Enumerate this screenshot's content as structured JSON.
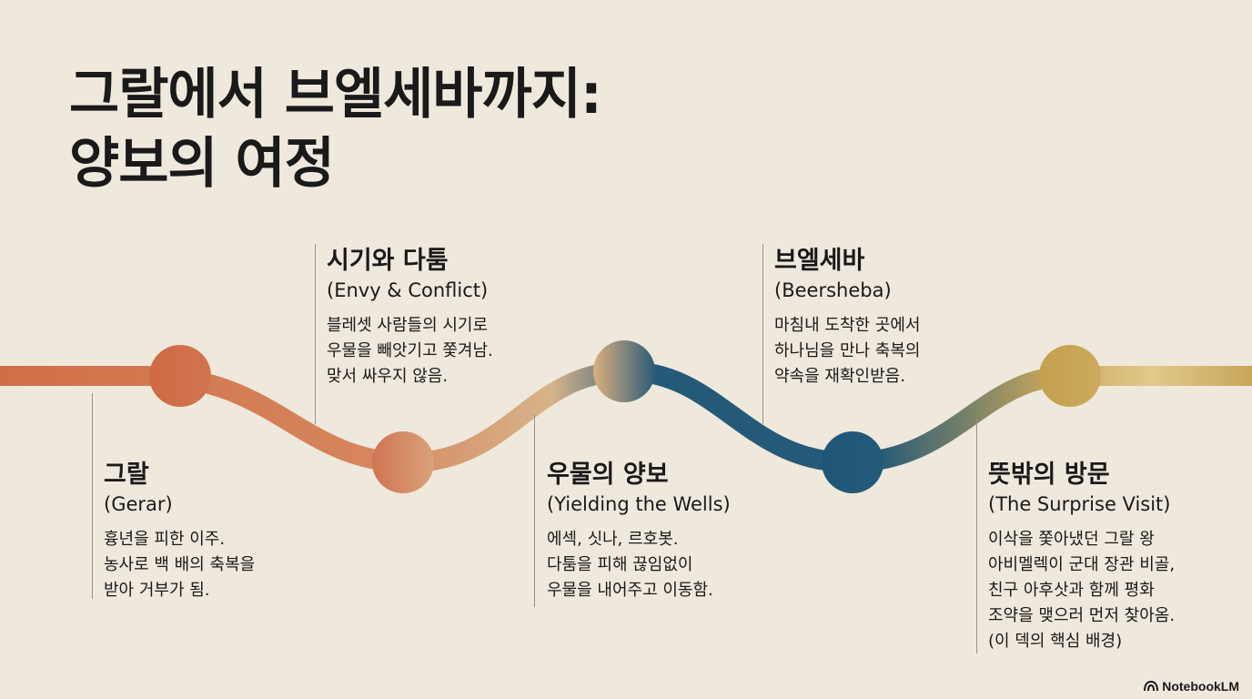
{
  "title": {
    "line1": "그랄에서 브엘세바까지:",
    "line2": "양보의 여정"
  },
  "colors": {
    "background": "#EFE8DC",
    "terracotta": "#D06E47",
    "sand": "#D7B48A",
    "teal_blue": "#245A78",
    "gold": "#C7A65A",
    "pale_gold": "#E2C98A"
  },
  "stages": [
    {
      "title": "그랄",
      "subtitle": "(Gerar)",
      "lines": [
        "흉년을 피한 이주.",
        "농사로 백 배의 축복을",
        "받아 거부가 됨."
      ]
    },
    {
      "title": "시기와 다툼",
      "subtitle": "(Envy & Conflict)",
      "lines": [
        "블레셋 사람들의 시기로",
        "우물을 빼앗기고 쫓겨남.",
        "맞서 싸우지 않음."
      ]
    },
    {
      "title": "우물의 양보",
      "subtitle": "(Yielding the Wells)",
      "lines": [
        "에섹, 싯나, 르호봇.",
        "다툼을 피해 끊임없이",
        "우물을 내어주고 이동함."
      ]
    },
    {
      "title": "브엘세바",
      "subtitle": "(Beersheba)",
      "lines": [
        "마침내 도착한 곳에서",
        "하나님을 만나 축복의",
        "약속을 재확인받음."
      ]
    },
    {
      "title": "뜻밖의 방문",
      "subtitle": "(The Surprise Visit)",
      "lines": [
        "이삭을 쫓아냈던 그랄 왕",
        "아비멜렉이 군대 장관 비골,",
        "친구 아후삿과 함께 평화",
        "조약을 맺으러 먼저 찾아옴.",
        "(이 덱의 핵심 배경)"
      ]
    }
  ],
  "brand": {
    "label": "NotebookLM",
    "icon": "notebooklm-logo-icon"
  }
}
